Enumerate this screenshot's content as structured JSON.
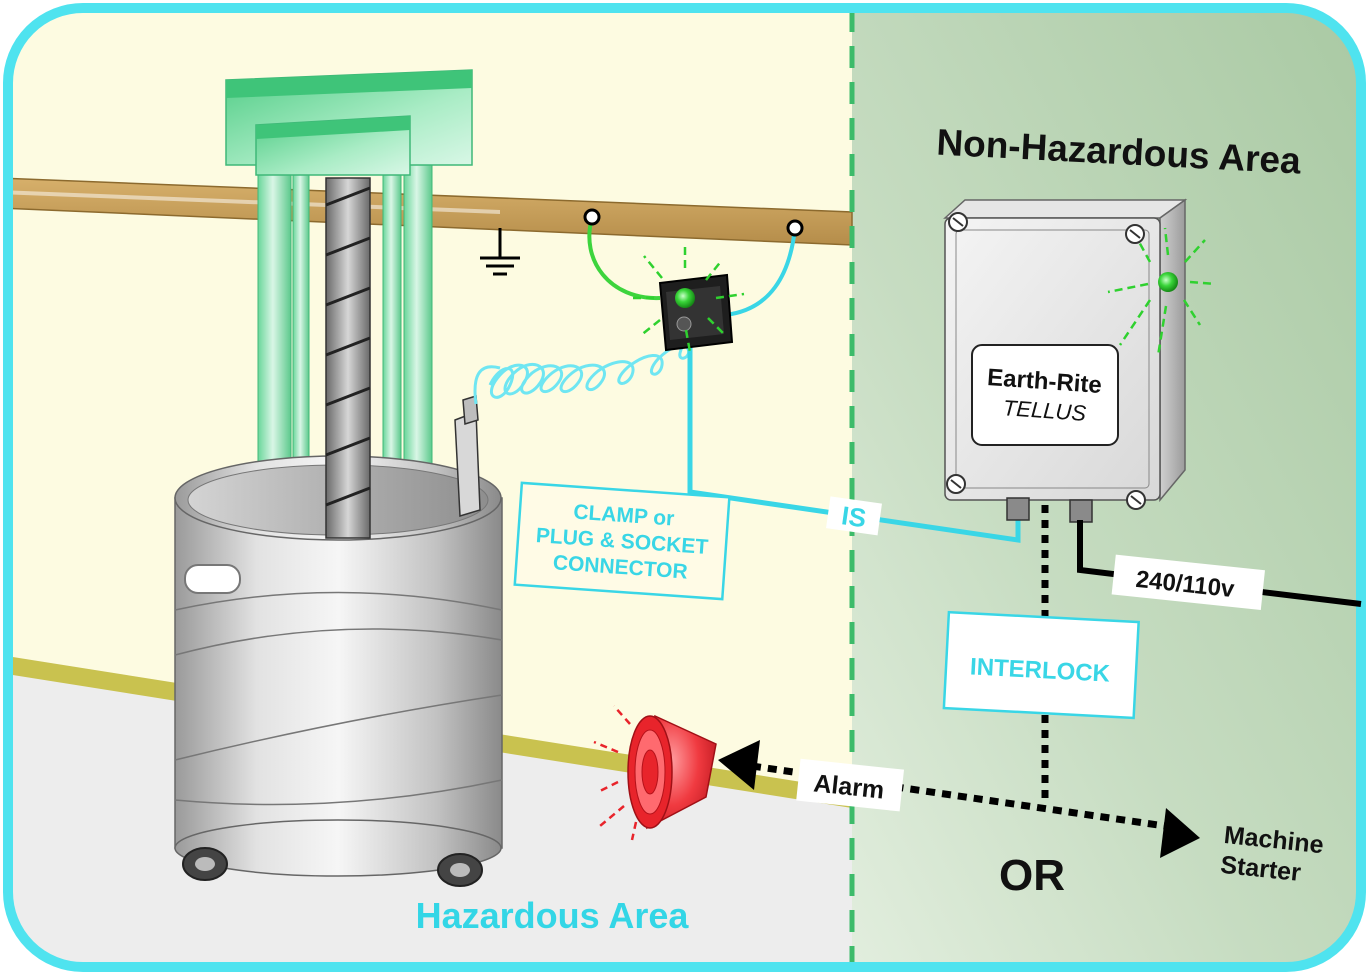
{
  "areas": {
    "non_hazardous": "Non-Hazardous Area",
    "hazardous": "Hazardous Area"
  },
  "unit": {
    "brand": "Earth-Rite",
    "model": "TELLUS"
  },
  "labels": {
    "connector_line1": "CLAMP or",
    "connector_line2": "PLUG & SOCKET",
    "connector_line3": "CONNECTOR",
    "is": "IS",
    "power": "240/110v",
    "interlock": "INTERLOCK",
    "alarm": "Alarm",
    "or": "OR",
    "machine": "Machine",
    "starter": "Starter"
  },
  "colors": {
    "border": "#4fe3ef",
    "hazard_text": "#33d6e6",
    "indicator_green": "#33cc33",
    "beacon_red": "#e8242b",
    "zone_divider": "#3dbb6a"
  }
}
